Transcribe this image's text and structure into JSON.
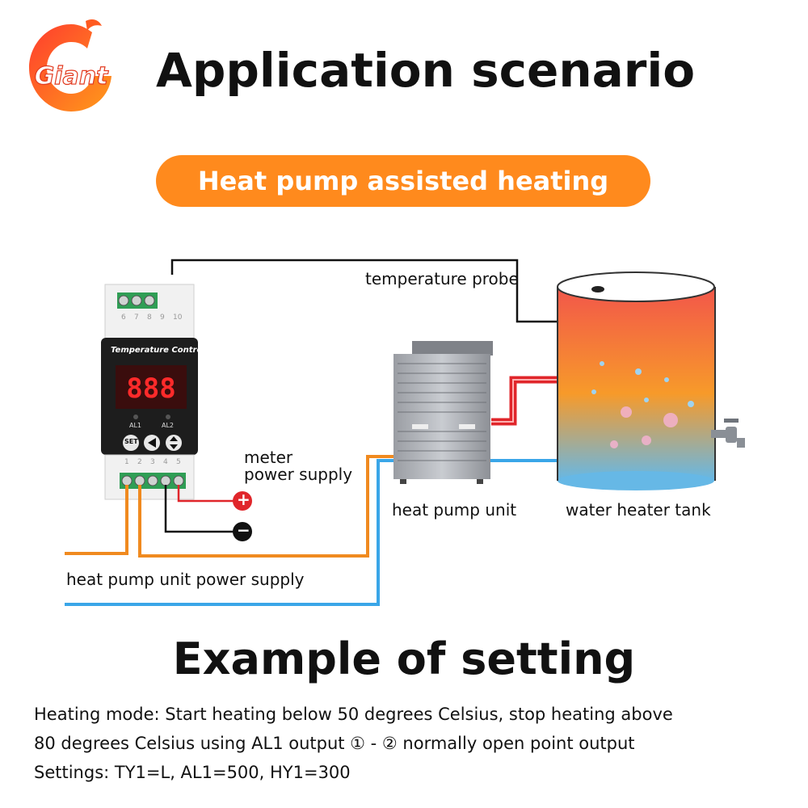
{
  "brand": {
    "logo_text": "Giant"
  },
  "header": {
    "title": "Application scenario",
    "subtitle": "Heat pump assisted heating"
  },
  "controller": {
    "title": "Temperature Controller",
    "display": "888",
    "top_terminals": [
      "6",
      "7",
      "8",
      "9",
      "10"
    ],
    "bottom_terminals": [
      "1",
      "2",
      "3",
      "4",
      "5"
    ],
    "indicators": [
      "AL1",
      "AL2"
    ],
    "buttons": [
      "SET"
    ]
  },
  "labels": {
    "temperature_probe": "temperature probe",
    "meter_line1": "meter",
    "meter_line2": "power supply",
    "plus": "+",
    "minus": "−",
    "heat_pump_unit": "heat pump unit",
    "water_heater_tank": "water heater tank",
    "heat_pump_power": "heat pump unit power supply"
  },
  "setting": {
    "title": "Example of setting",
    "line1": "Heating mode: Start heating below 50 degrees Celsius, stop heating above",
    "line2": "80 degrees Celsius using AL1 output ① - ② normally open point output",
    "line3": "Settings: TY1=L, AL1=500, HY1=300"
  },
  "colors": {
    "accent": "#ff8a1d",
    "hot_pipe": "#e0262b",
    "cold_pipe": "#3aa6e8",
    "power_wire": "#f08a1f",
    "display_red": "#ff2a2a"
  }
}
